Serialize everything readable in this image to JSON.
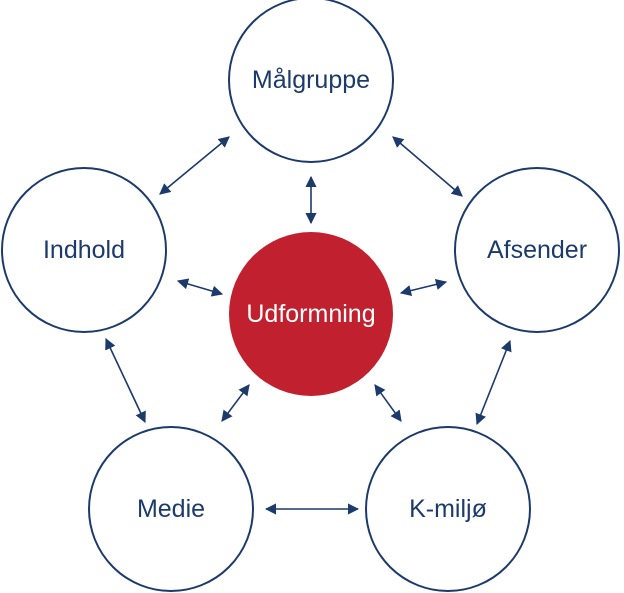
{
  "diagram": {
    "center": {
      "label": "Udformning"
    },
    "nodes": [
      {
        "id": "malgruppe",
        "label": "Målgruppe"
      },
      {
        "id": "afsender",
        "label": "Afsender"
      },
      {
        "id": "k-miljo",
        "label": "K-miljø"
      },
      {
        "id": "medie",
        "label": "Medie"
      },
      {
        "id": "indhold",
        "label": "Indhold"
      }
    ],
    "connections": [
      {
        "from": "malgruppe",
        "to": "udformning",
        "type": "bidirectional"
      },
      {
        "from": "afsender",
        "to": "udformning",
        "type": "bidirectional"
      },
      {
        "from": "k-miljo",
        "to": "udformning",
        "type": "bidirectional"
      },
      {
        "from": "medie",
        "to": "udformning",
        "type": "bidirectional"
      },
      {
        "from": "indhold",
        "to": "udformning",
        "type": "bidirectional"
      },
      {
        "from": "malgruppe",
        "to": "afsender",
        "type": "bidirectional"
      },
      {
        "from": "afsender",
        "to": "k-miljo",
        "type": "bidirectional"
      },
      {
        "from": "k-miljo",
        "to": "medie",
        "type": "bidirectional"
      },
      {
        "from": "medie",
        "to": "indhold",
        "type": "bidirectional"
      },
      {
        "from": "indhold",
        "to": "malgruppe",
        "type": "bidirectional"
      }
    ],
    "colors": {
      "node_stroke": "#1c3a6b",
      "center_fill": "#c1212f",
      "text": "#1c3a6b",
      "center_text": "#ffffff"
    }
  }
}
